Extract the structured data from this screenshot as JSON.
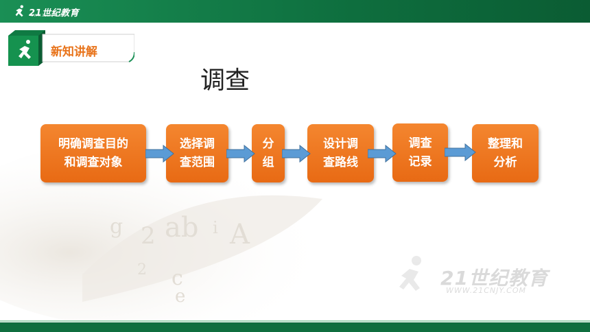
{
  "header": {
    "logo_text": "21世纪教育",
    "logo_url": "WWW.21CNJY.COM"
  },
  "section_badge": {
    "label": "新知讲解"
  },
  "page_title": "调查",
  "steps": [
    {
      "lines": [
        "明确调查目的",
        "和调查对象"
      ]
    },
    {
      "lines": [
        "选择调",
        "查范围"
      ]
    },
    {
      "lines": [
        "分",
        "组"
      ]
    },
    {
      "lines": [
        "设计调",
        "查路线"
      ]
    },
    {
      "lines": [
        "调查",
        "记录"
      ]
    },
    {
      "lines": [
        "整理和",
        "分析"
      ]
    }
  ],
  "watermark": {
    "brand": "21世纪教育",
    "url": "WWW.21CNJY.COM"
  },
  "colors": {
    "header_green": "#0e6e3e",
    "step_orange": "#ec7420",
    "arrow_blue": "#5b9bd5",
    "badge_text": "#e8731a"
  },
  "icons": [
    "runner-logo-icon",
    "runner-badge-icon",
    "flow-arrow-icon"
  ]
}
